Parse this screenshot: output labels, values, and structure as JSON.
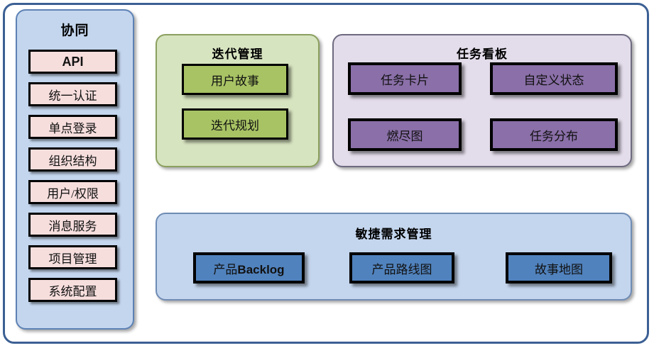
{
  "diagram": {
    "title_sidebar": "协同",
    "sidebar": {
      "title": "协同",
      "items": [
        {
          "label": "API",
          "style": "bold"
        },
        {
          "label": "统一认证",
          "style": "normal"
        },
        {
          "label": "单点登录",
          "style": "normal"
        },
        {
          "label": "组织结构",
          "style": "normal"
        },
        {
          "label": "用户/权限",
          "style": "normal"
        },
        {
          "label": "消息服务",
          "style": "normal"
        },
        {
          "label": "项目管理",
          "style": "normal"
        },
        {
          "label": "系统配置",
          "style": "normal"
        }
      ]
    },
    "iteration": {
      "title": "迭代管理",
      "items": [
        {
          "label": "用户故事"
        },
        {
          "label": "迭代规划"
        }
      ]
    },
    "taskboard": {
      "title": "任务看板",
      "items": [
        {
          "label": "任务卡片"
        },
        {
          "label": "自定义状态"
        },
        {
          "label": "燃尽图"
        },
        {
          "label": "任务分布"
        }
      ]
    },
    "agile": {
      "title": "敏捷需求管理",
      "items": [
        {
          "label": "产品Backlog"
        },
        {
          "label": "产品路线图"
        },
        {
          "label": "故事地图"
        }
      ]
    },
    "colors": {
      "frame_border": "#3c6094",
      "sidebar_panel": "#c4d6ee",
      "sidebar_item": "#f6dedd",
      "iteration_panel": "#d7e4c0",
      "iteration_item": "#a8c364",
      "taskboard_panel": "#e3dcea",
      "taskboard_item": "#8a6fa8",
      "agile_panel": "#c4d6ee",
      "agile_item": "#5082bd",
      "item_border": "#000000"
    }
  }
}
